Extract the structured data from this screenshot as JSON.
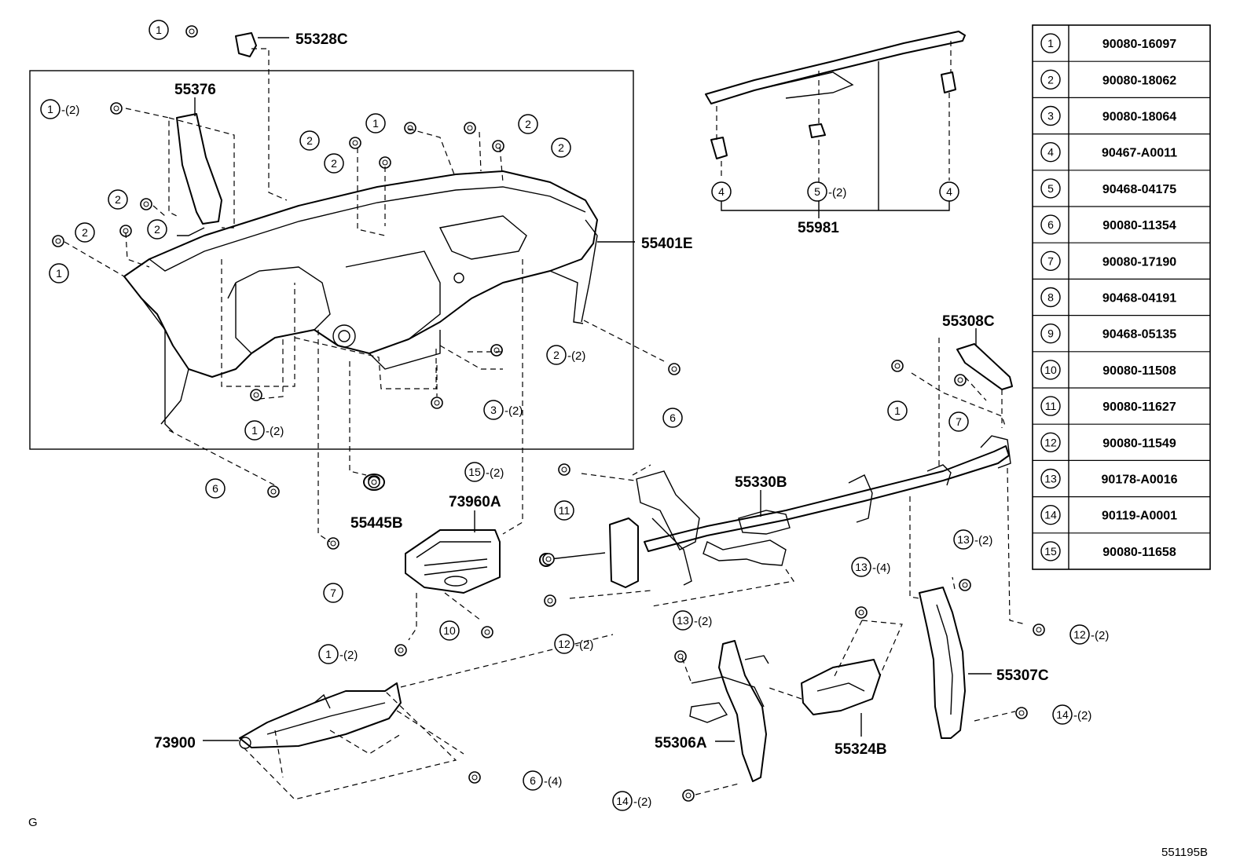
{
  "parts": {
    "p55328C": "55328C",
    "p55376": "55376",
    "p55401E": "55401E",
    "p55981": "55981",
    "p55308C": "55308C",
    "p55330B": "55330B",
    "p55445B": "55445B",
    "p73960A": "73960A",
    "p55307C": "55307C",
    "p55306A": "55306A",
    "p55324B": "55324B",
    "p73900": "73900"
  },
  "callouts": [
    {
      "n": "1",
      "q": ""
    },
    {
      "n": "1",
      "q": "-(2)"
    },
    {
      "n": "1",
      "q": ""
    },
    {
      "n": "2",
      "q": ""
    },
    {
      "n": "2",
      "q": ""
    },
    {
      "n": "2",
      "q": ""
    },
    {
      "n": "2",
      "q": ""
    },
    {
      "n": "2",
      "q": ""
    },
    {
      "n": "2",
      "q": ""
    },
    {
      "n": "2",
      "q": ""
    },
    {
      "n": "1",
      "q": ""
    },
    {
      "n": "2",
      "q": "-(2)"
    },
    {
      "n": "3",
      "q": "-(2)"
    },
    {
      "n": "1",
      "q": "-(2)"
    },
    {
      "n": "6",
      "q": ""
    },
    {
      "n": "6",
      "q": ""
    },
    {
      "n": "4",
      "q": ""
    },
    {
      "n": "5",
      "q": "-(2)"
    },
    {
      "n": "4",
      "q": ""
    },
    {
      "n": "1",
      "q": ""
    },
    {
      "n": "7",
      "q": ""
    },
    {
      "n": "15",
      "q": "-(2)"
    },
    {
      "n": "11",
      "q": ""
    },
    {
      "n": "7",
      "q": ""
    },
    {
      "n": "10",
      "q": ""
    },
    {
      "n": "1",
      "q": "-(2)"
    },
    {
      "n": "12",
      "q": "-(2)"
    },
    {
      "n": "13",
      "q": "-(4)"
    },
    {
      "n": "13",
      "q": "-(2)"
    },
    {
      "n": "13",
      "q": "-(2)"
    },
    {
      "n": "12",
      "q": "-(2)"
    },
    {
      "n": "14",
      "q": "-(2)"
    },
    {
      "n": "6",
      "q": "-(4)"
    },
    {
      "n": "14",
      "q": "-(2)"
    }
  ],
  "legend": [
    {
      "n": "1",
      "part": "90080-16097"
    },
    {
      "n": "2",
      "part": "90080-18062"
    },
    {
      "n": "3",
      "part": "90080-18064"
    },
    {
      "n": "4",
      "part": "90467-A0011"
    },
    {
      "n": "5",
      "part": "90468-04175"
    },
    {
      "n": "6",
      "part": "90080-11354"
    },
    {
      "n": "7",
      "part": "90080-17190"
    },
    {
      "n": "8",
      "part": "90468-04191"
    },
    {
      "n": "9",
      "part": "90468-05135"
    },
    {
      "n": "10",
      "part": "90080-11508"
    },
    {
      "n": "11",
      "part": "90080-11627"
    },
    {
      "n": "12",
      "part": "90080-11549"
    },
    {
      "n": "13",
      "part": "90178-A0016"
    },
    {
      "n": "14",
      "part": "90119-A0001"
    },
    {
      "n": "15",
      "part": "90080-11658"
    }
  ],
  "corner_left": "G",
  "corner_right": "551195B"
}
